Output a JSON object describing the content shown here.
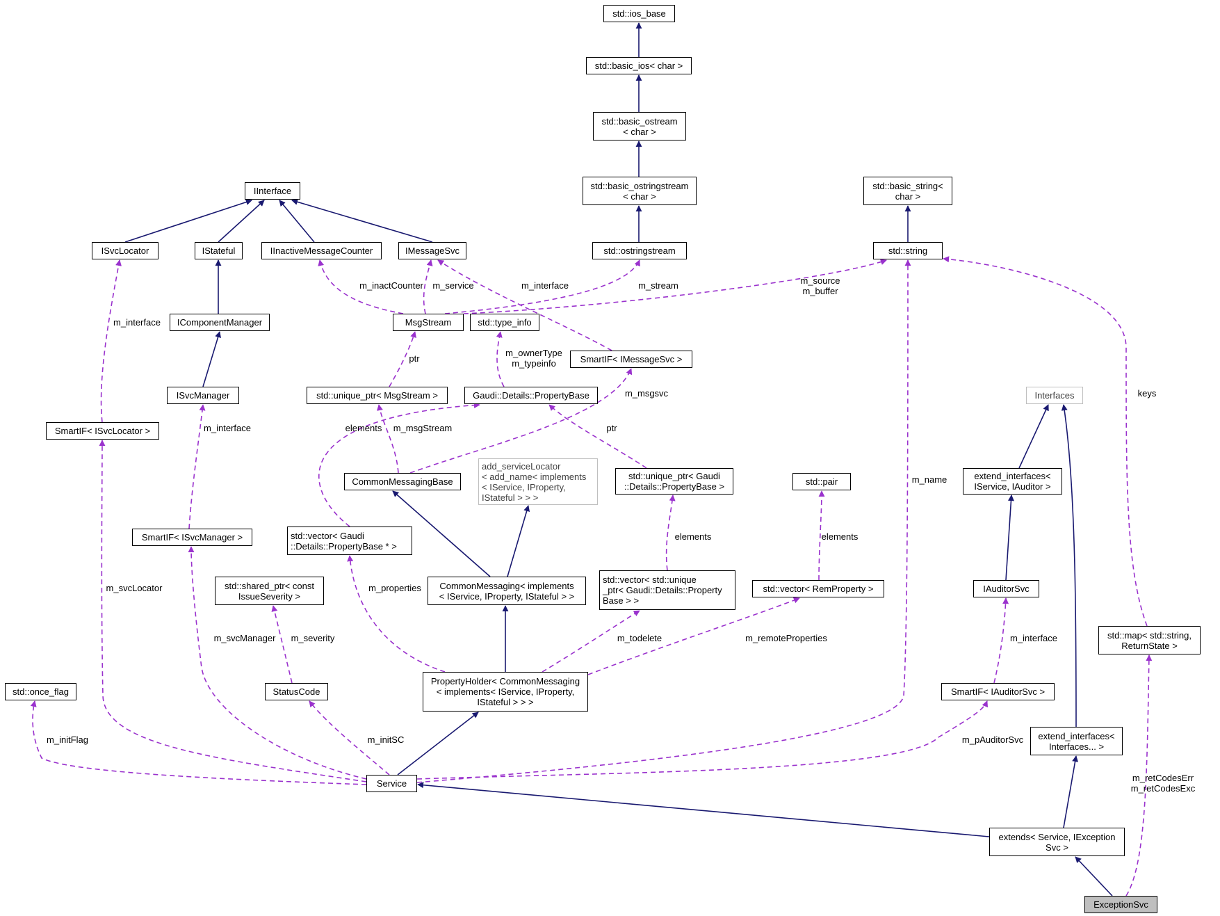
{
  "nodes": {
    "ios_base": "std::ios_base",
    "basic_ios": "std::basic_ios< char >",
    "basic_ostream": "std::basic_ostream\n< char >",
    "basic_ostringstream": "std::basic_ostringstream\n< char >",
    "ostringstream": "std::ostringstream",
    "basic_string": "std::basic_string<\nchar >",
    "std_string": "std::string",
    "iinterface": "IInterface",
    "isvclocator": "ISvcLocator",
    "istateful": "IStateful",
    "iinactive": "IInactiveMessageCounter",
    "imessagesvc": "IMessageSvc",
    "icomponentmanager": "IComponentManager",
    "isvcmanager": "ISvcManager",
    "msgstream": "MsgStream",
    "type_info": "std::type_info",
    "smartif_imessagesvc": "SmartIF< IMessageSvc >",
    "unique_msgstream": "std::unique_ptr< MsgStream >",
    "propertybase": "Gaudi::Details::PropertyBase",
    "smartif_isvclocator": "SmartIF< ISvcLocator >",
    "interfaces": "Interfaces",
    "commonmessagingbase": "CommonMessagingBase",
    "add_servicelocator": "add_serviceLocator\n< add_name< implements\n< IService, IProperty,\nIStateful > > >",
    "unique_propertybase": "std::unique_ptr< Gaudi\n::Details::PropertyBase >",
    "std_pair": "std::pair",
    "extend_interfaces_auditor": "extend_interfaces<\nIService, IAuditor >",
    "smartif_isvcmanager": "SmartIF< ISvcManager >",
    "vector_propertybase": "std::vector< Gaudi\n::Details::PropertyBase * >",
    "commonmessaging": "CommonMessaging< implements\n< IService, IProperty, IStateful > >",
    "vector_unique": "std::vector< std::unique\n_ptr< Gaudi::Details::Property\nBase > >",
    "vector_remproperty": "std::vector< RemProperty >",
    "iauditorsvc": "IAuditorSvc",
    "shared_issueseverity": "std::shared_ptr< const\nIssueSeverity >",
    "std_map": "std::map< std::string,\nReturnState >",
    "once_flag": "std::once_flag",
    "statuscode": "StatusCode",
    "propertyholder": "PropertyHolder< CommonMessaging\n< implements< IService, IProperty,\nIStateful > > >",
    "smartif_iauditorsvc": "SmartIF< IAuditorSvc >",
    "extend_interfaces": "extend_interfaces<\nInterfaces... >",
    "service": "Service",
    "extends": "extends< Service, IException\nSvc >",
    "exceptionsvc": "ExceptionSvc"
  },
  "edge_labels": {
    "m_interface_isvclocator": "m_interface",
    "m_inactcounter": "m_inactCounter",
    "m_service": "m_service",
    "m_interface_imessagesvc": "m_interface",
    "m_stream": "m_stream",
    "m_source_buffer": "m_source\nm_buffer",
    "ptr_msgstream": "ptr",
    "m_ownertype_typeinfo": "m_ownerType\nm_typeinfo",
    "m_msgsvc": "m_msgsvc",
    "keys": "keys",
    "m_interface_isvcmanager": "m_interface",
    "elements_vector": "elements",
    "m_msgstream": "m_msgStream",
    "ptr_propertybase": "ptr",
    "m_name": "m_name",
    "elements_unique": "elements",
    "elements_pair": "elements",
    "m_svclocator": "m_svcLocator",
    "m_properties": "m_properties",
    "m_svcmanager": "m_svcManager",
    "m_severity": "m_severity",
    "m_todelete": "m_todelete",
    "m_remoteproperties": "m_remoteProperties",
    "m_interface_iauditorsvc": "m_interface",
    "m_initflag": "m_initFlag",
    "m_initsc": "m_initSC",
    "m_pauditorsvc": "m_pAuditorSvc",
    "m_retcodes": "m_retCodesErr\nm_retCodesExc"
  },
  "colors": {
    "inheritance": "#191970",
    "usage": "#9a32cd",
    "node_border": "#000000",
    "external_border": "#bfbfbf",
    "focus_fill": "#bfbfbf"
  }
}
